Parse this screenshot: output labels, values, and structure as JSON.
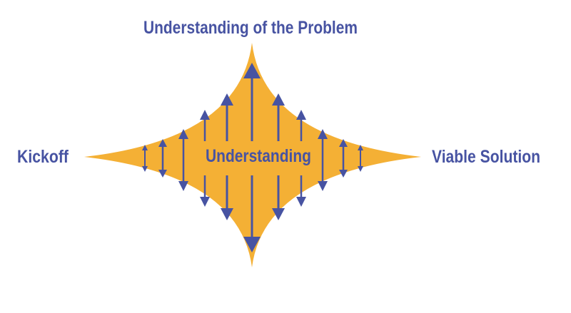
{
  "labels": {
    "top": "Understanding of the Problem",
    "left": "Kickoff",
    "right": "Viable Solution",
    "center": "Understanding"
  },
  "colors": {
    "shape_fill": "#f4b035",
    "accent": "#4753a2",
    "background": "#ffffff"
  }
}
